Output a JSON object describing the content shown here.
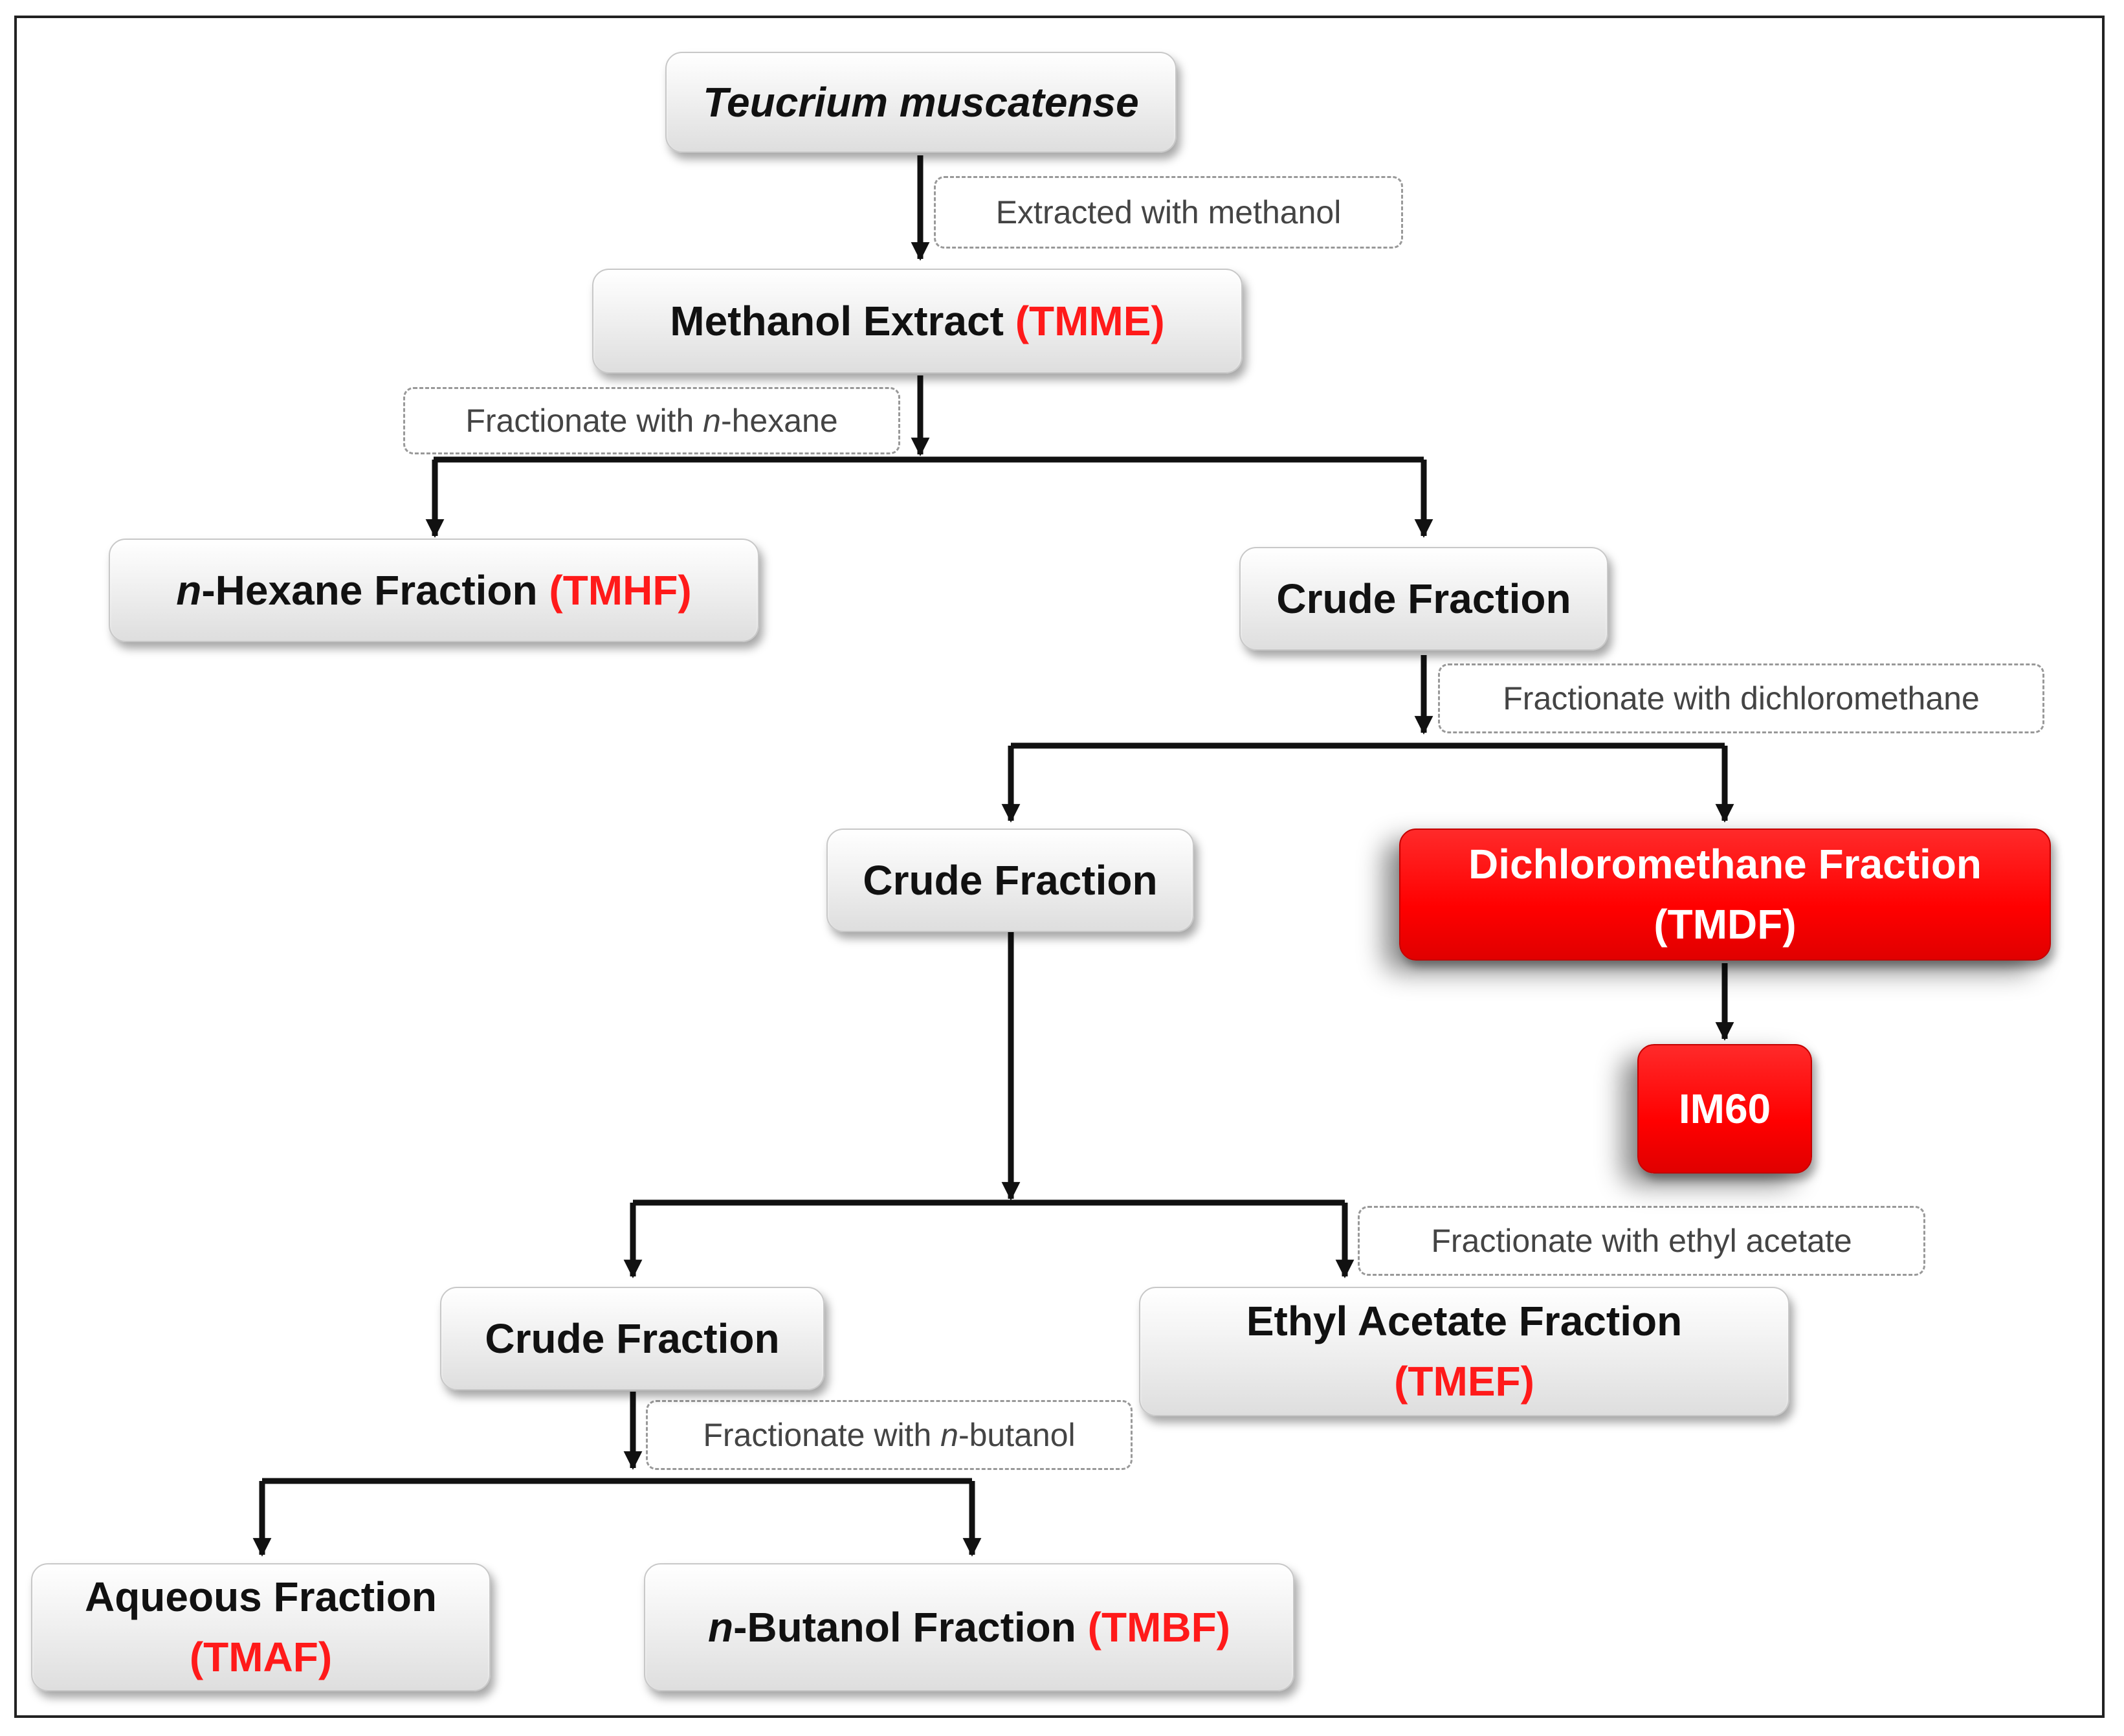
{
  "nodes": {
    "teucrium": {
      "label": "Teucrium muscatense"
    },
    "methanol_extract": {
      "label": "Methanol Extract",
      "code": "(TMME)"
    },
    "hexane_fraction": {
      "prefix": "n",
      "label": "-Hexane Fraction",
      "code": "(TMHF)"
    },
    "crude_1": {
      "label": "Crude Fraction"
    },
    "crude_2": {
      "label": "Crude Fraction"
    },
    "dcm_fraction": {
      "line1": "Dichloromethane Fraction",
      "line2": "(TMDF)"
    },
    "im60": {
      "label": "IM60"
    },
    "crude_3": {
      "label": "Crude Fraction"
    },
    "ea_fraction": {
      "line1": "Ethyl Acetate Fraction",
      "line2": "(TMEF)"
    },
    "aqueous_fraction": {
      "line1": "Aqueous Fraction",
      "line2": "(TMAF)"
    },
    "butanol_fraction": {
      "prefix": "n",
      "label": "-Butanol Fraction",
      "code": "(TMBF)"
    }
  },
  "notes": {
    "methanol": {
      "text": "Extracted with methanol"
    },
    "hexane": {
      "pre": "Fractionate with ",
      "ital": "n",
      "post": "-hexane"
    },
    "dcm": {
      "text": "Fractionate with dichloromethane"
    },
    "ethyl_acetate": {
      "text": "Fractionate with ethyl acetate"
    },
    "butanol": {
      "pre": "Fractionate with ",
      "ital": "n",
      "post": "-butanol"
    }
  },
  "colors": {
    "highlight": "#ff0000",
    "code_text": "#ff1a1a",
    "arrow": "#111111"
  }
}
